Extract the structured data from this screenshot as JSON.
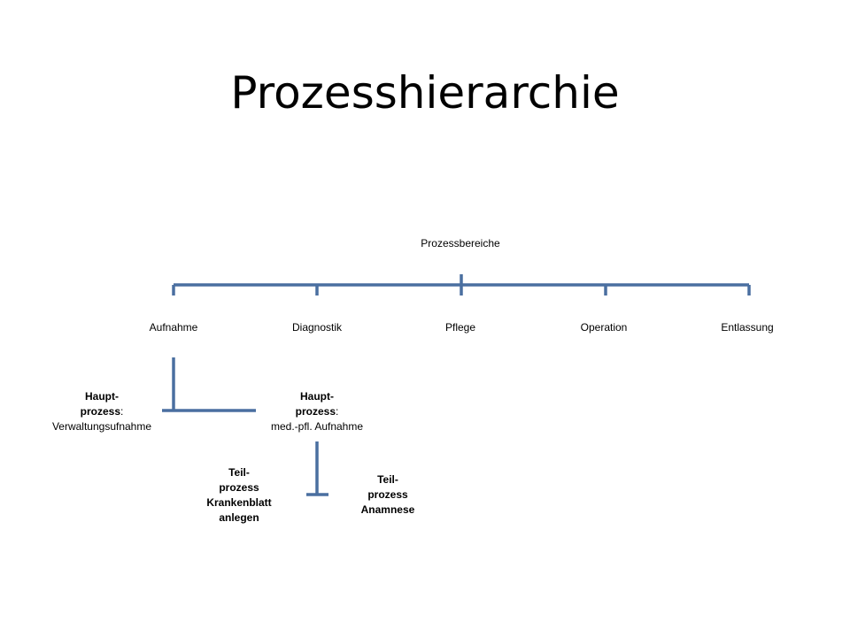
{
  "slide": {
    "title": "Prozesshierarchie"
  },
  "diagram": {
    "root": "Prozessbereiche",
    "areas": [
      "Aufnahme",
      "Diagnostik",
      "Pflege",
      "Operation",
      "Entlassung"
    ],
    "main_process_admin": {
      "line1": "Haupt-",
      "line2": "prozess",
      "colon": ":",
      "line3": "Verwaltungsufnahme"
    },
    "main_process_med": {
      "line1": "Haupt-",
      "line2": "prozess",
      "colon": ":",
      "line3": "med.-pfl. Aufnahme"
    },
    "sub_process_record": {
      "line1": "Teil-",
      "line2": "prozess",
      "line3": "Krankenblatt",
      "line4": "anlegen"
    },
    "sub_process_anamnesis": {
      "line1": "Teil-",
      "line2": "prozess",
      "line3": "Anamnese"
    },
    "connector_color": "#4a6fa0"
  }
}
